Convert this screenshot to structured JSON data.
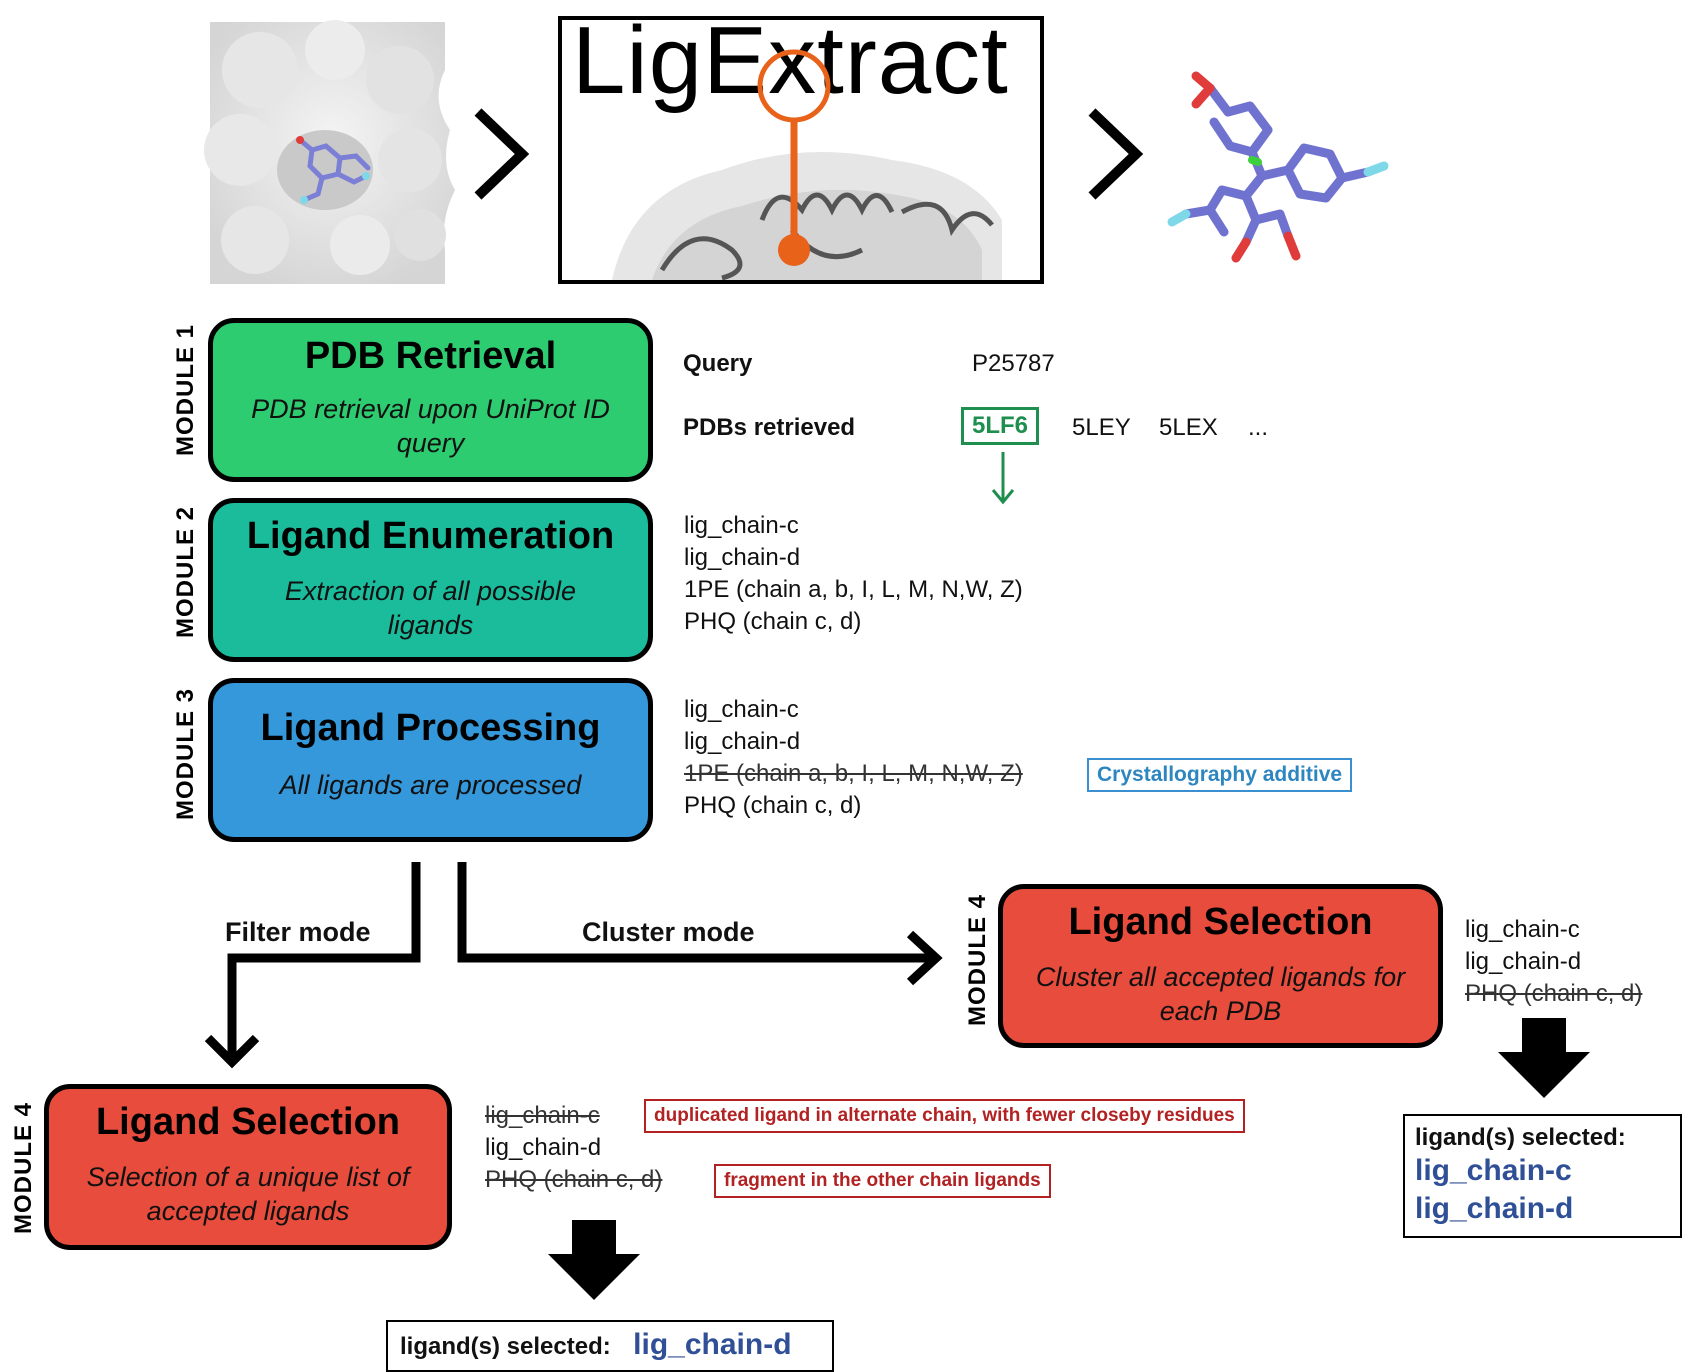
{
  "logo": {
    "title": "LigExtract"
  },
  "modules": [
    {
      "label": "MODULE 1",
      "title": "PDB Retrieval",
      "desc": "PDB retrieval upon UniProt ID query",
      "color": "#2ecc71"
    },
    {
      "label": "MODULE 2",
      "title": "Ligand Enumeration",
      "desc": "Extraction of all possible ligands",
      "color": "#1abc9c"
    },
    {
      "label": "MODULE 3",
      "title": "Ligand Processing",
      "desc": "All ligands are processed",
      "color": "#3498db"
    },
    {
      "label": "MODULE 4",
      "title": "Ligand Selection",
      "desc": "Cluster all accepted ligands for each PDB",
      "color": "#e74c3c"
    },
    {
      "label": "MODULE 4",
      "title": "Ligand Selection",
      "desc": "Selection of a unique list of accepted ligands",
      "color": "#e74c3c"
    }
  ],
  "retrieval": {
    "query_label": "Query",
    "query_value": "P25787",
    "pdbs_label": "PDBs retrieved",
    "pdbs": [
      "5LF6",
      "5LEY",
      "5LEX",
      "..."
    ]
  },
  "enumeration": {
    "ligands": [
      "lig_chain-c",
      "lig_chain-d",
      "1PE  (chain a, b, I, L, M, N,W, Z)",
      "PHQ  (chain c, d)"
    ]
  },
  "processing": {
    "ligands": [
      "lig_chain-c",
      "lig_chain-d",
      "1PE  (chain a, b, I, L, M, N,W, Z)",
      "PHQ  (chain c, d)"
    ],
    "additive_note": "Crystallography additive"
  },
  "modes": {
    "filter": "Filter mode",
    "cluster": "Cluster mode"
  },
  "cluster_result": {
    "ligands": [
      "lig_chain-c",
      "lig_chain-d",
      "PHQ  (chain c, d)"
    ],
    "selected_label": "ligand(s) selected:",
    "selected": [
      "lig_chain-c",
      "lig_chain-d"
    ]
  },
  "filter_result": {
    "ligands": [
      "lig_chain-c",
      "lig_chain-d",
      "PHQ  (chain c, d)"
    ],
    "note_duplicate": "duplicated ligand in alternate chain, with fewer closeby residues",
    "note_fragment": "fragment in the other chain ligands",
    "selected_label": "ligand(s) selected:",
    "selected": "lig_chain-d"
  },
  "colors": {
    "accent_green": "#1e8f4e",
    "accent_blue": "#2e86c1",
    "accent_red": "#b22222",
    "orange": "#e8621a",
    "selected_text": "#2f4f96",
    "ligand_purple": "#7b7fd6"
  }
}
